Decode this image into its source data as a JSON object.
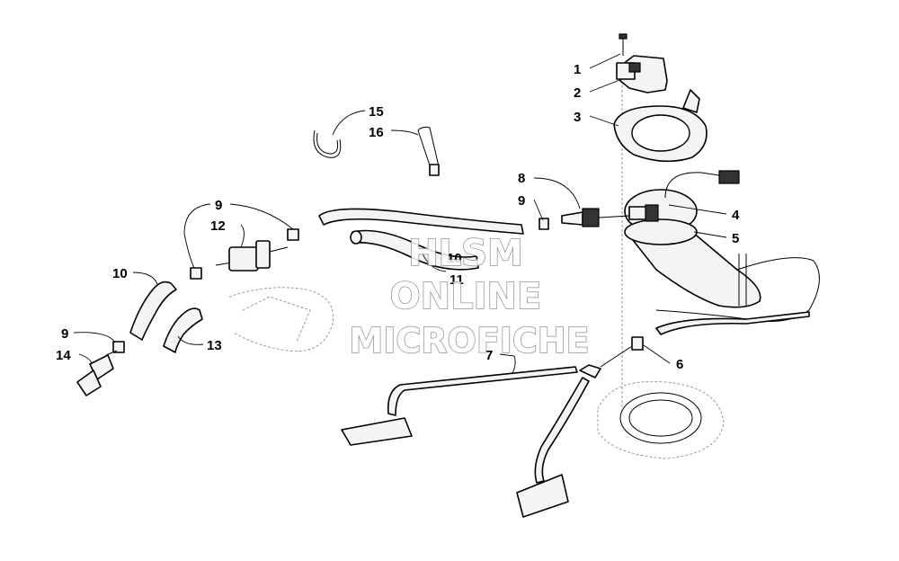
{
  "labels": {
    "l1": "1",
    "l2": "2",
    "l3": "3",
    "l4": "4",
    "l5": "5",
    "l6": "6",
    "l7": "7",
    "l8": "8",
    "l9a": "9",
    "l9b": "9",
    "l9c": "9",
    "l10a": "10",
    "l10b": "10",
    "l11": "11",
    "l12": "12",
    "l13": "13",
    "l14": "14",
    "l15": "15",
    "l16": "16"
  },
  "watermark": {
    "line1": "HLSM",
    "line2": "ONLINE",
    "line3": "MICROFICHE"
  }
}
